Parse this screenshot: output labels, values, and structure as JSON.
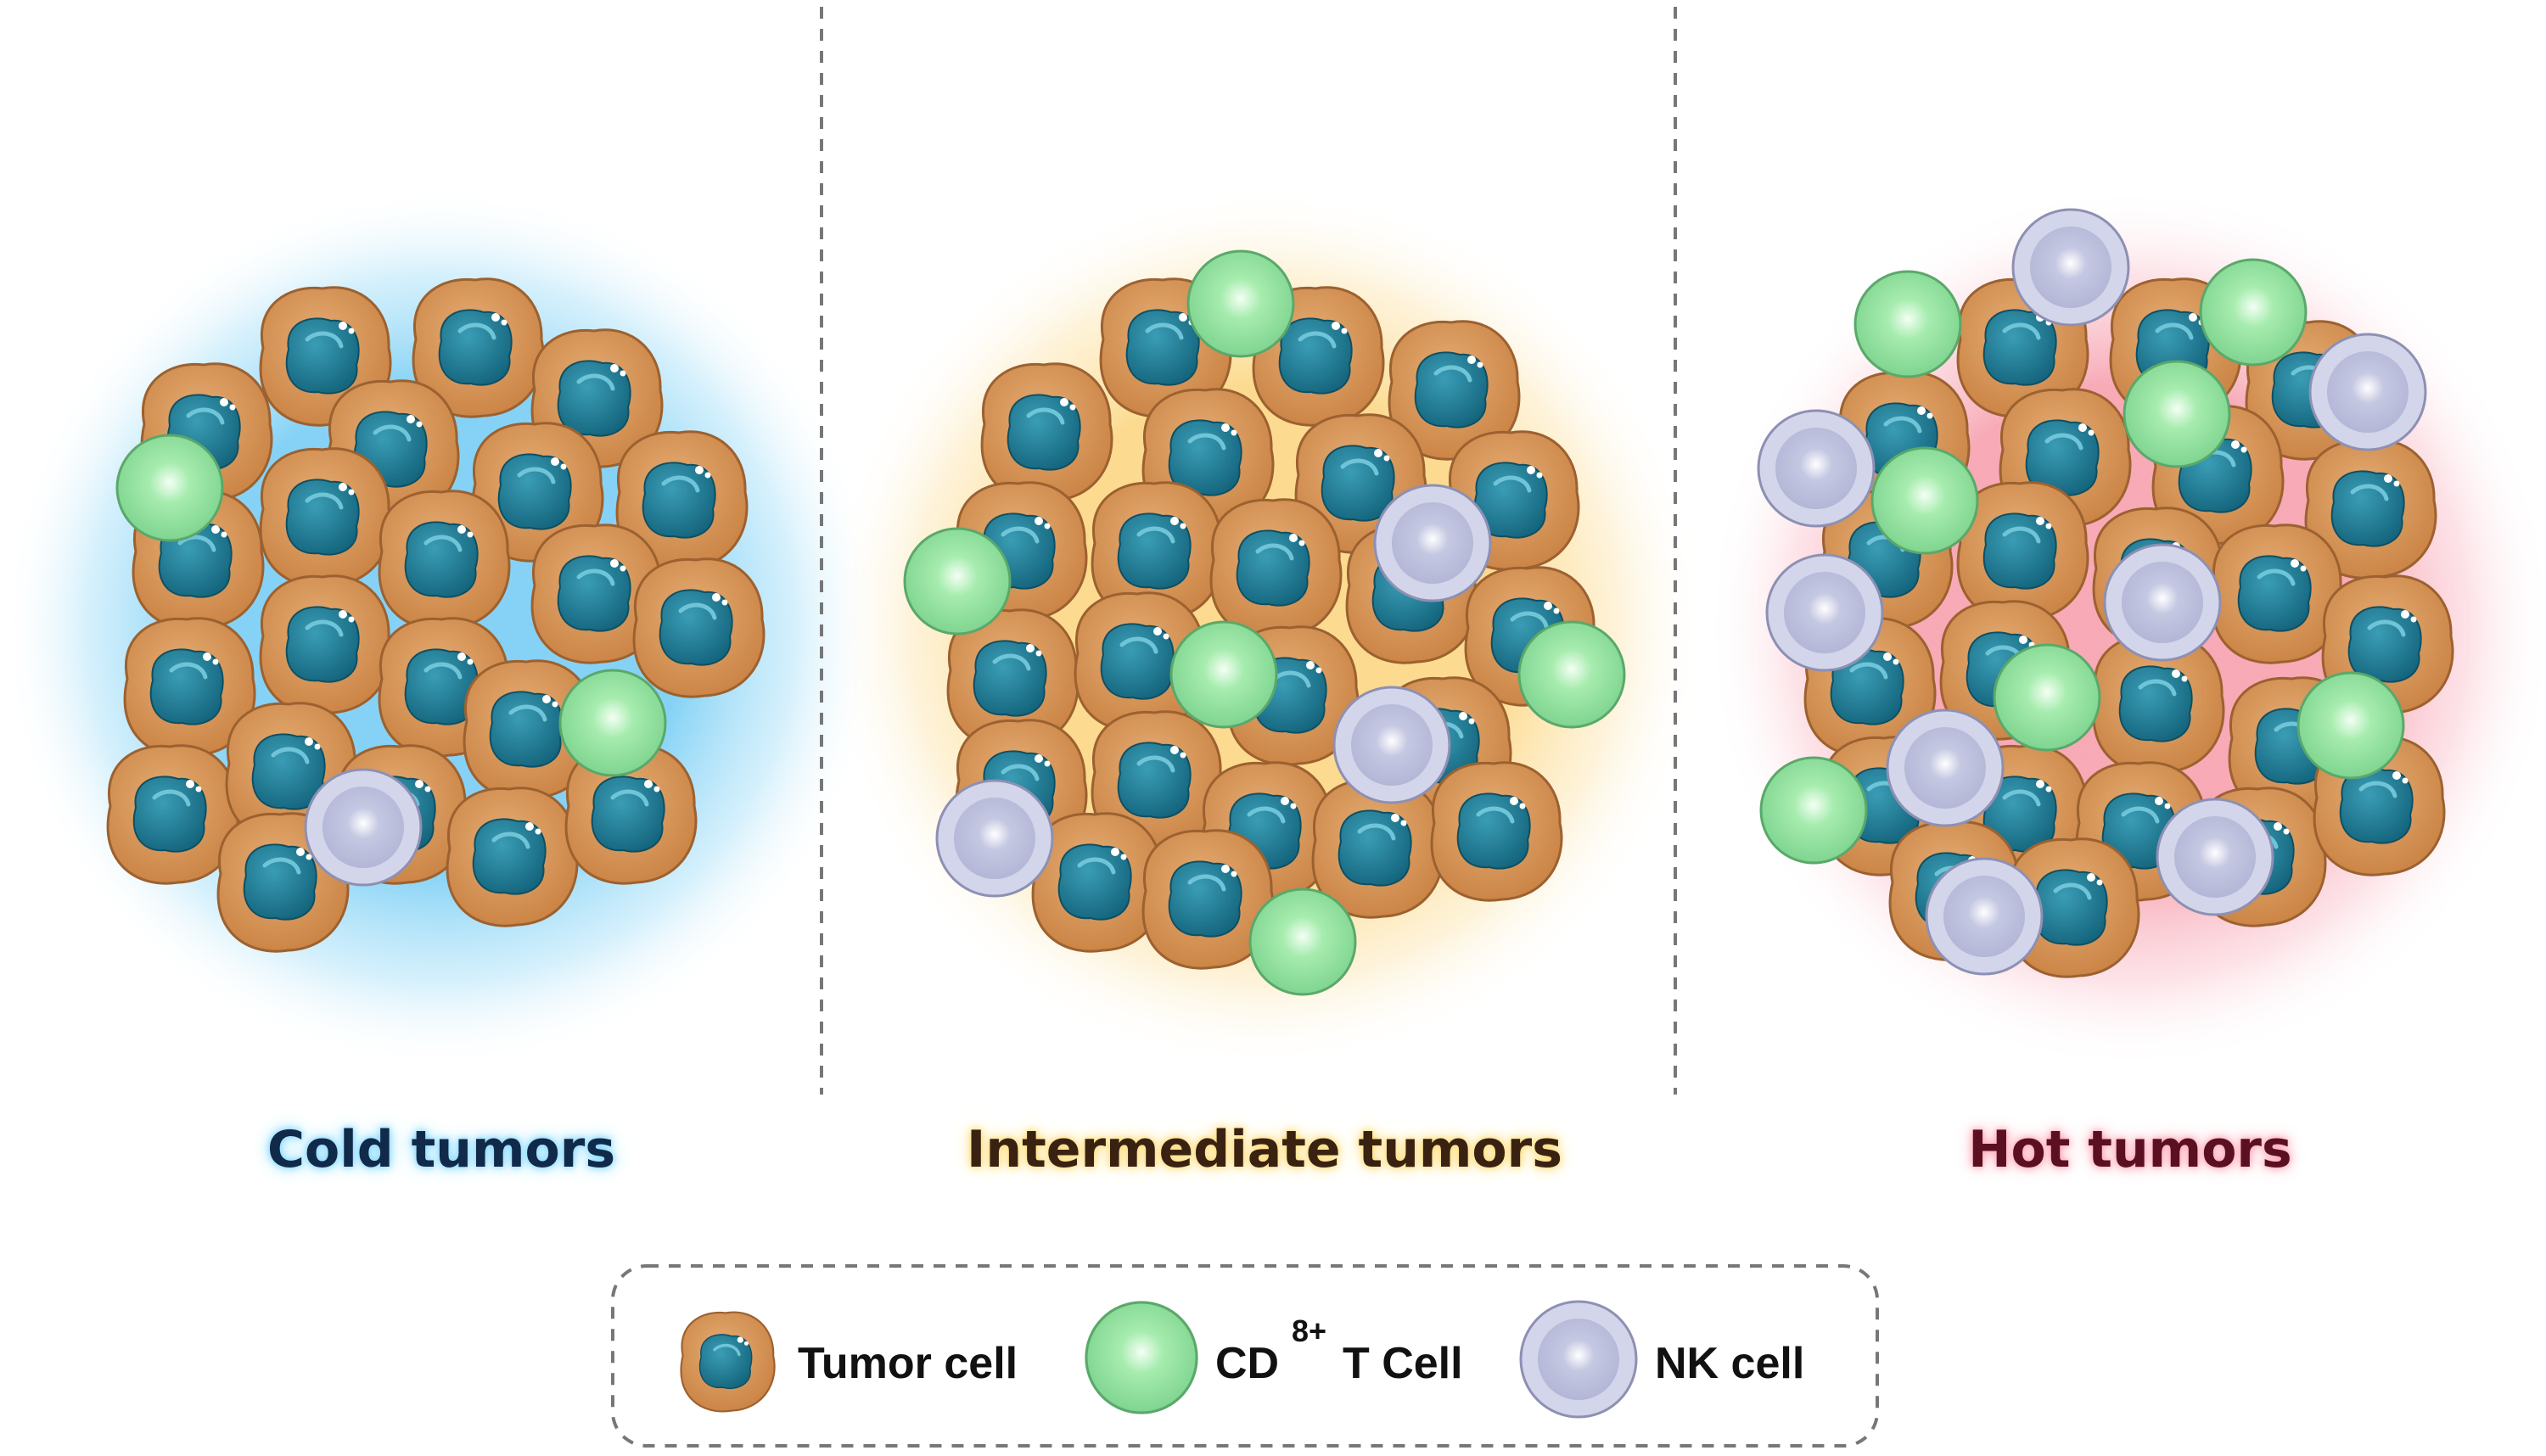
{
  "panels": {
    "cold": {
      "title": "Cold tumors",
      "glow": "#8fd8ff"
    },
    "intermediate": {
      "title": "Intermediate tumors",
      "glow": "#ffd98a"
    },
    "hot": {
      "title": "Hot tumors",
      "glow": "#ff9fb0"
    }
  },
  "legend": {
    "tumor_label": "Tumor cell",
    "cd8_label_prefix": "CD",
    "cd8_superscript": "8+",
    "cd8_label_suffix": "T Cell",
    "nk_label": "NK cell"
  },
  "colors": {
    "tumor_membrane": "#d9955a",
    "tumor_nucleus": "#1f7f98",
    "cd8_t_cell": "#8fe09c",
    "nk_cell": "#c9cbe4",
    "divider": "#777777"
  }
}
